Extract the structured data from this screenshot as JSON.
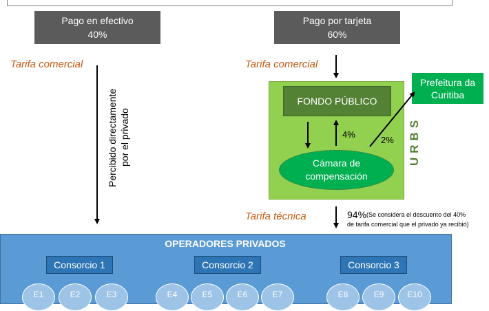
{
  "pago_efectivo": {
    "label": "Pago en efectivo",
    "percent": "40%"
  },
  "pago_tarjeta": {
    "label": "Pago por tarjeta",
    "percent": "60%"
  },
  "tarifa_comercial_left": "Tarifa comercial",
  "tarifa_comercial_right": "Tarifa comercial",
  "percibido": {
    "line1": "Percibido directamente",
    "line2": "por el privado"
  },
  "fondo_publico": "FONDO PÚBLICO",
  "camara": {
    "line1": "Cámara de",
    "line2": "compensación"
  },
  "prefeitura": {
    "line1": "Prefeitura da",
    "line2": "Curitiba"
  },
  "urbs": "URBS",
  "pct_4": "4%",
  "pct_2": "2%",
  "tarifa_tecnica": "Tarifa técnica",
  "pct_94": "94%",
  "nota_94": {
    "line1": "(Se considera el descuento del 40%",
    "line2": "de tarifa comercial que el privado ya recibió)"
  },
  "operadores_title": "OPERADORES PRIVADOS",
  "consorcios": [
    "Consorcio 1",
    "Consorcio 2",
    "Consorcio 3"
  ],
  "empresas": [
    "E1",
    "E2",
    "E3",
    "E4",
    "E5",
    "E6",
    "E7",
    "E8",
    "E9",
    "E10"
  ],
  "colors": {
    "gray_box": "#5b5b5b",
    "urbs_green": "#92d050",
    "dark_green": "#548235",
    "accent_green": "#00b050",
    "tarifa_orange": "#c55a11",
    "operadores_blue": "#5b9bd5",
    "consorcio_blue": "#2e75b6"
  }
}
